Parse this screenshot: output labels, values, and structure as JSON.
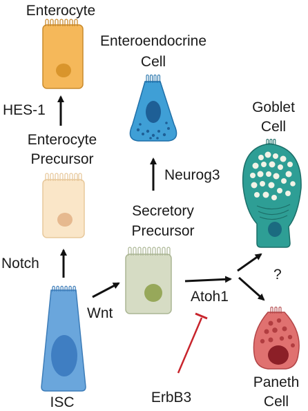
{
  "cells": {
    "enterocyte": {
      "label": "Enterocyte"
    },
    "enterocyte_precursor": {
      "line1": "Enterocyte",
      "line2": "Precursor"
    },
    "enteroendocrine": {
      "line1": "Enteroendocrine",
      "line2": "Cell"
    },
    "goblet": {
      "line1": "Goblet",
      "line2": "Cell"
    },
    "secretory_precursor": {
      "line1": "Secretory",
      "line2": "Precursor"
    },
    "isc": {
      "label": "ISC"
    },
    "paneth": {
      "line1": "Paneth",
      "line2": "Cell"
    }
  },
  "signals": {
    "hes1": "HES-1",
    "notch": "Notch",
    "wnt": "Wnt",
    "neurog3": "Neurog3",
    "atoh1": "Atoh1",
    "erbb3": "ErbB3",
    "unknown": "?"
  },
  "colors": {
    "enterocyte": "#f5b85a",
    "enterocyte_precursor": "#fae6c8",
    "enteroendocrine": "#3f9fd6",
    "goblet": "#2e9e95",
    "secretory_precursor": "#d6dcc4",
    "isc": "#6aa6dc",
    "paneth": "#e07170",
    "inhibitor": "#c8242c",
    "arrow": "#111111"
  }
}
